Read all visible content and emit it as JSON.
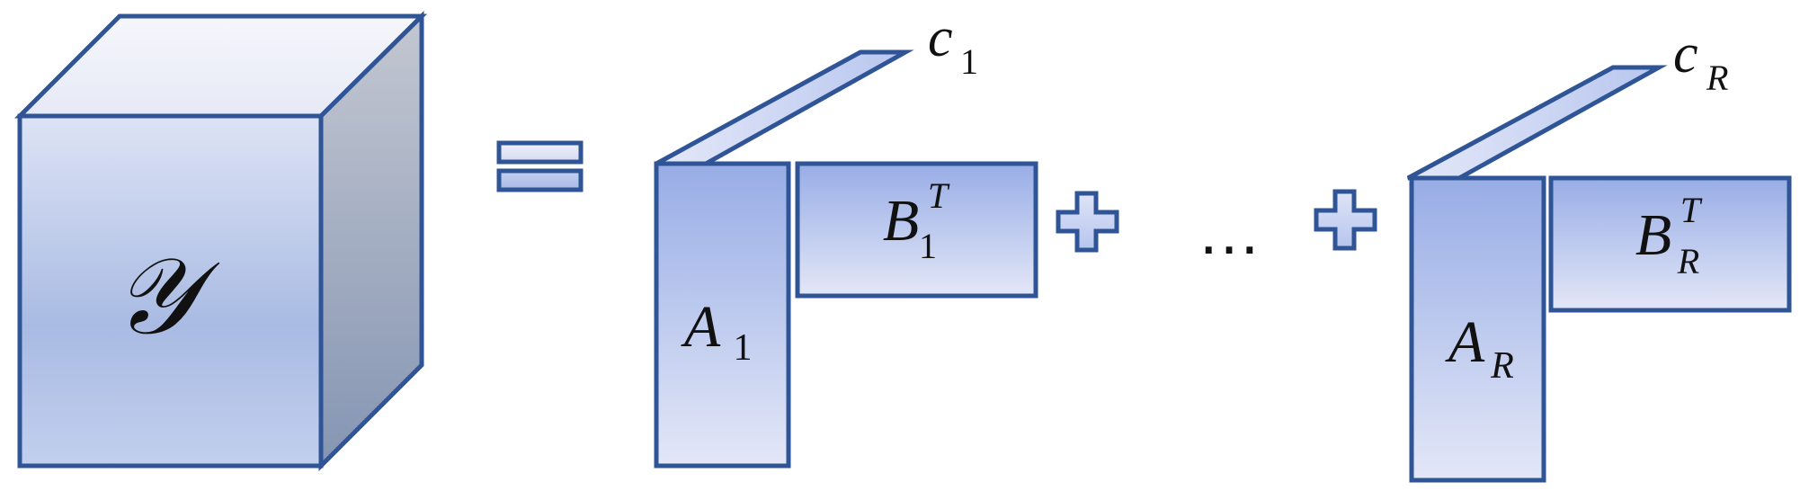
{
  "tensor": {
    "symbol": "𝒴"
  },
  "operators": {
    "equals": "=",
    "plus": "+",
    "ellipsis": "…"
  },
  "term_1": {
    "a_symbol": "A",
    "a_subscript": "1",
    "b_symbol": "B",
    "b_subscript": "1",
    "b_superscript": "T",
    "c_symbol": "c",
    "c_subscript": "1"
  },
  "term_R": {
    "a_symbol": "A",
    "a_subscript": "R",
    "b_symbol": "B",
    "b_subscript": "R",
    "b_superscript": "T",
    "c_symbol": "c",
    "c_subscript": "R"
  },
  "colors": {
    "stroke": "#2f5597",
    "front_top": "#dde3f5",
    "front_bottom": "#a9bbe3",
    "top_face": "#eef0fa",
    "side_top": "#c0c5d0",
    "side_bottom": "#8797b3",
    "blue_dark": "#99aee6",
    "blue_light": "#e2e6f6"
  }
}
